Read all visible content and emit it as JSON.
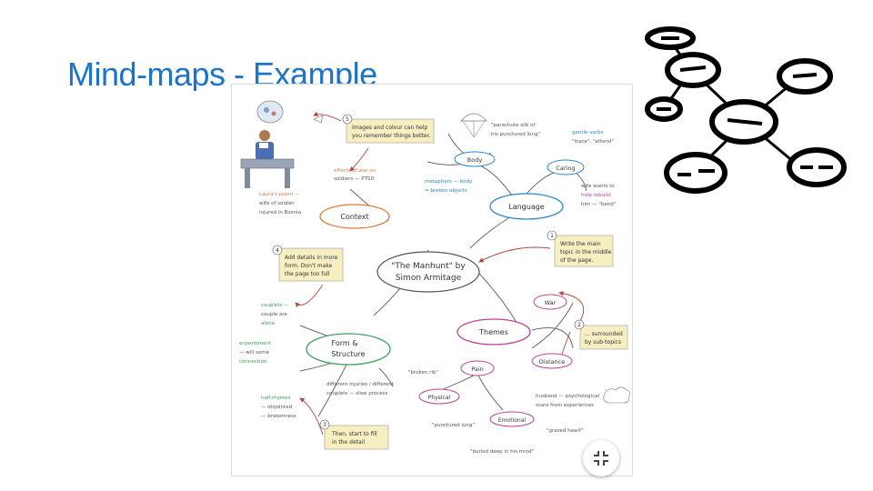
{
  "slide": {
    "title": "Mind-maps - Example"
  },
  "mindmap": {
    "center_lines": [
      "\"The Manhunt\" by",
      "Simon Armitage"
    ],
    "branches": {
      "context": "Context",
      "language": "Language",
      "form": [
        "Form &",
        "Structure"
      ],
      "themes": "Themes",
      "body": "Body",
      "caring": "Caring",
      "pain": "Pain",
      "war": "War",
      "distance": "Distance",
      "physical": "Physical",
      "emotional": "Emotional"
    },
    "tips": {
      "t5": [
        "Images and colour can help",
        "you remember things better."
      ],
      "t4": [
        "Add details in more",
        "form. Don't make",
        "the page too full"
      ],
      "t1": [
        "Write the main",
        "topic in the middle",
        "of the page."
      ],
      "t2": [
        "... surrounded",
        "by sub-topics"
      ],
      "t3": [
        "Then, start to fill",
        "in the detail"
      ]
    },
    "tip_numbers": {
      "t1": "1",
      "t2": "2",
      "t3": "3",
      "t4": "4",
      "t5": "5"
    },
    "notes": {
      "effects": [
        "effects of war on",
        "soldiers — PTSD"
      ],
      "laura": [
        "Laura's poem —",
        "wife of soldier",
        "injured in Bosnia"
      ],
      "couplets": [
        "couplets —",
        "couple are",
        "alone"
      ],
      "enjambment": [
        "enjambment",
        "— will some",
        "connection"
      ],
      "halfrhymes": [
        "half-rhymes",
        "— disjointed",
        "— brokenness"
      ],
      "different": [
        "different injuries / different",
        "couplets — slow process"
      ],
      "parachute": [
        "\"parachute silk of",
        "his punctured lung\""
      ],
      "gentle": [
        "gentle verbs",
        "\"trace\", \"attend\""
      ],
      "metaphors": [
        "metaphors — body",
        "= broken objects"
      ],
      "wife": [
        "wife wants to",
        "help rebuild",
        "him — \"bend\""
      ],
      "brokenrib": "\"broken rib\"",
      "punctured": "\"punctured lung\"",
      "buried": "\"buried deep in his mind\"",
      "husband": [
        "husband — psychological",
        "scars from experiences"
      ],
      "grazedheart": "\"grazed heart\""
    }
  },
  "figure_controls": {
    "exit_fullscreen_icon": "exit-fullscreen-icon"
  },
  "colors": {
    "title": "#1b74c9",
    "context_node": "#e07a3a",
    "language_node": "#2e86c8",
    "form_node": "#3aa35a",
    "themes_node": "#c2409a",
    "tip_bg": "#f7eec2",
    "arrow": "#b5453a"
  },
  "corner_diagram": {
    "icon": "network-diagram-icon"
  }
}
